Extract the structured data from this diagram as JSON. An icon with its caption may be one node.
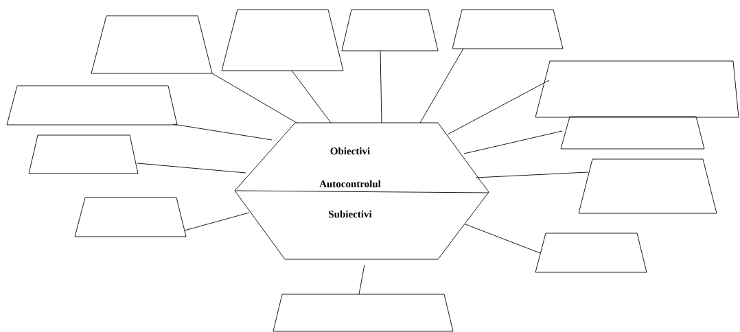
{
  "diagram": {
    "nodes": [
      {
        "text": [
          "Obiectivi",
          "Autocontrolul",
          "Subiectivi"
        ]
      },
      {
        "text": [],
        "shape": "trapezoid"
      },
      {
        "text": [],
        "shape": "trapezoid"
      },
      {
        "text": [],
        "shape": "trapezoid"
      },
      {
        "text": [],
        "shape": "trapezoid"
      },
      {
        "text": [],
        "shape": "trapezoid"
      },
      {
        "text": [],
        "shape": "trapezoid"
      },
      {
        "text": [],
        "shape": "trapezoid"
      },
      {
        "text": [],
        "shape": "trapezoid"
      },
      {
        "text": [],
        "shape": "trapezoid"
      },
      {
        "text": [],
        "shape": "trapezoid"
      },
      {
        "text": [],
        "shape": "trapezoid"
      },
      {
        "text": [],
        "shape": "trapezoid"
      }
    ],
    "edges": [
      {
        "from": 0,
        "to": 1,
        "arrow": "none"
      },
      {
        "from": 0,
        "to": 2,
        "arrow": "none"
      },
      {
        "from": 0,
        "to": 3,
        "arrow": "none"
      },
      {
        "from": 0,
        "to": 4,
        "arrow": "none"
      },
      {
        "from": 0,
        "to": 5,
        "arrow": "none"
      },
      {
        "from": 0,
        "to": 6,
        "arrow": "none"
      },
      {
        "from": 0,
        "to": 7,
        "arrow": "none"
      },
      {
        "from": 0,
        "to": 8,
        "arrow": "none"
      },
      {
        "from": 0,
        "to": 9,
        "arrow": "none"
      },
      {
        "from": 0,
        "to": 10,
        "arrow": "none"
      },
      {
        "from": 0,
        "to": 11,
        "arrow": "none"
      },
      {
        "from": 0,
        "to": 12,
        "arrow": "none"
      }
    ]
  }
}
